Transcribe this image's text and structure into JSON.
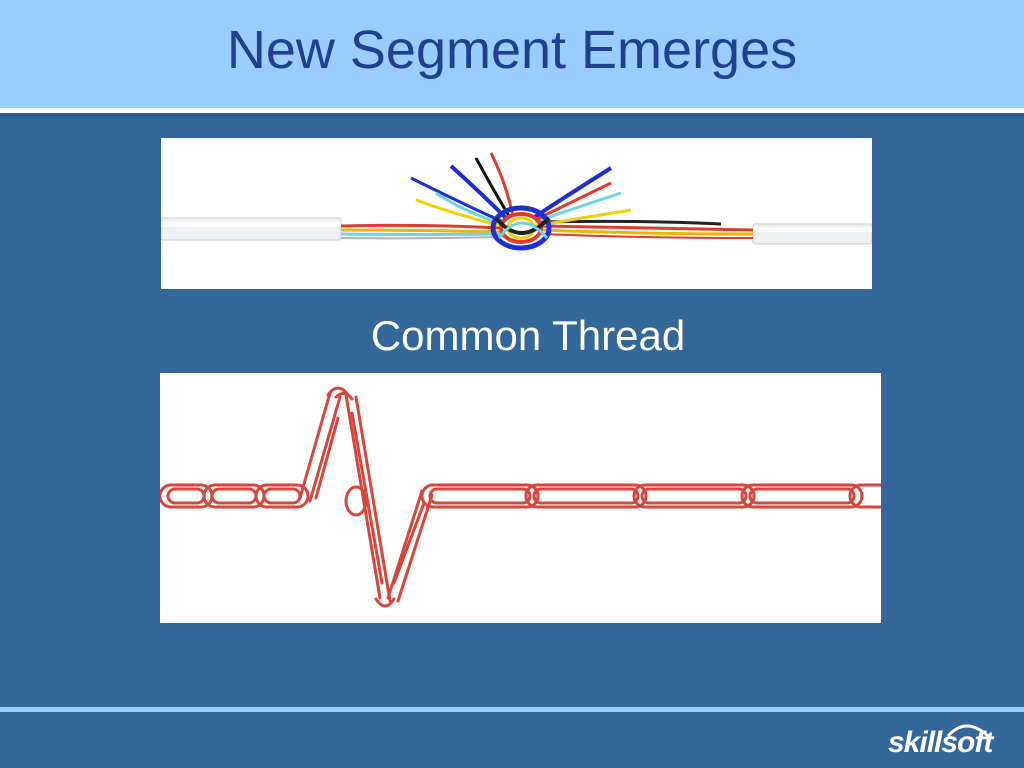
{
  "slide": {
    "title": "New Segment Emerges",
    "caption": "Common Thread"
  },
  "images": {
    "top": {
      "subject": "knotted colored wires between two white cables"
    },
    "bottom": {
      "subject": "chain of red paper clips forming a heartbeat line"
    }
  },
  "branding": {
    "logo_text": "skillsoft"
  },
  "colors": {
    "background": "#336699",
    "title_band": "#99CCFF",
    "title_text": "#1F3F8F",
    "caption_text": "#FFFFFF",
    "clip_red": "#D8453A"
  }
}
